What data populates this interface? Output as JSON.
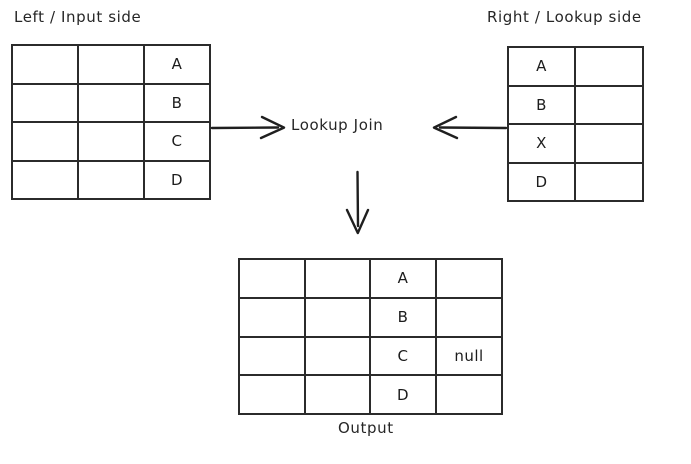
{
  "diagram": {
    "title_left": "Left / Input side",
    "title_right": "Right / Lookup side",
    "operation_label": "Lookup Join",
    "output_label": "Output",
    "colors": {
      "key_fill": "#fae49b",
      "left_hatch": "#9ccdf0",
      "right_hatch": "#f0b8cc",
      "stroke": "#2b2b2b",
      "background": "#ffffff"
    }
  },
  "left_table": {
    "name": "Left / Input side",
    "columns": [
      {
        "id": "left-col-1",
        "style": "hatch-blue"
      },
      {
        "id": "left-col-2",
        "style": "hatch-blue"
      },
      {
        "id": "left-key-col",
        "style": "fill-yellow"
      }
    ],
    "rows": [
      {
        "cells": [
          "",
          "",
          "A"
        ]
      },
      {
        "cells": [
          "",
          "",
          "B"
        ]
      },
      {
        "cells": [
          "",
          "",
          "C"
        ]
      },
      {
        "cells": [
          "",
          "",
          "D"
        ]
      }
    ]
  },
  "right_table": {
    "name": "Right / Lookup side",
    "columns": [
      {
        "id": "right-key-col",
        "style": "fill-yellow"
      },
      {
        "id": "right-col-2",
        "style": "hatch-pink"
      }
    ],
    "rows": [
      {
        "cells": [
          "A",
          ""
        ],
        "key_fill": "fill-yellow"
      },
      {
        "cells": [
          "B",
          ""
        ],
        "key_fill": "fill-yellow"
      },
      {
        "cells": [
          "X",
          ""
        ],
        "key_fill": "fill-white"
      },
      {
        "cells": [
          "D",
          ""
        ],
        "key_fill": "fill-yellow"
      }
    ]
  },
  "output_table": {
    "name": "Output",
    "columns": [
      {
        "id": "out-col-1",
        "style": "hatch-blue"
      },
      {
        "id": "out-col-2",
        "style": "hatch-blue"
      },
      {
        "id": "out-key-col",
        "style": "fill-yellow"
      },
      {
        "id": "out-col-4",
        "style": "hatch-pink"
      }
    ],
    "rows": [
      {
        "cells": [
          "",
          "",
          "A",
          ""
        ],
        "last_style": "hatch-pink"
      },
      {
        "cells": [
          "",
          "",
          "B",
          ""
        ],
        "last_style": "hatch-pink"
      },
      {
        "cells": [
          "",
          "",
          "C",
          "null"
        ],
        "last_style": "fill-white"
      },
      {
        "cells": [
          "",
          "",
          "D",
          ""
        ],
        "last_style": "hatch-pink"
      }
    ]
  },
  "arrows": [
    {
      "id": "arrow-left-to-join",
      "direction": "right"
    },
    {
      "id": "arrow-right-to-join",
      "direction": "left"
    },
    {
      "id": "arrow-join-to-output",
      "direction": "down"
    }
  ]
}
